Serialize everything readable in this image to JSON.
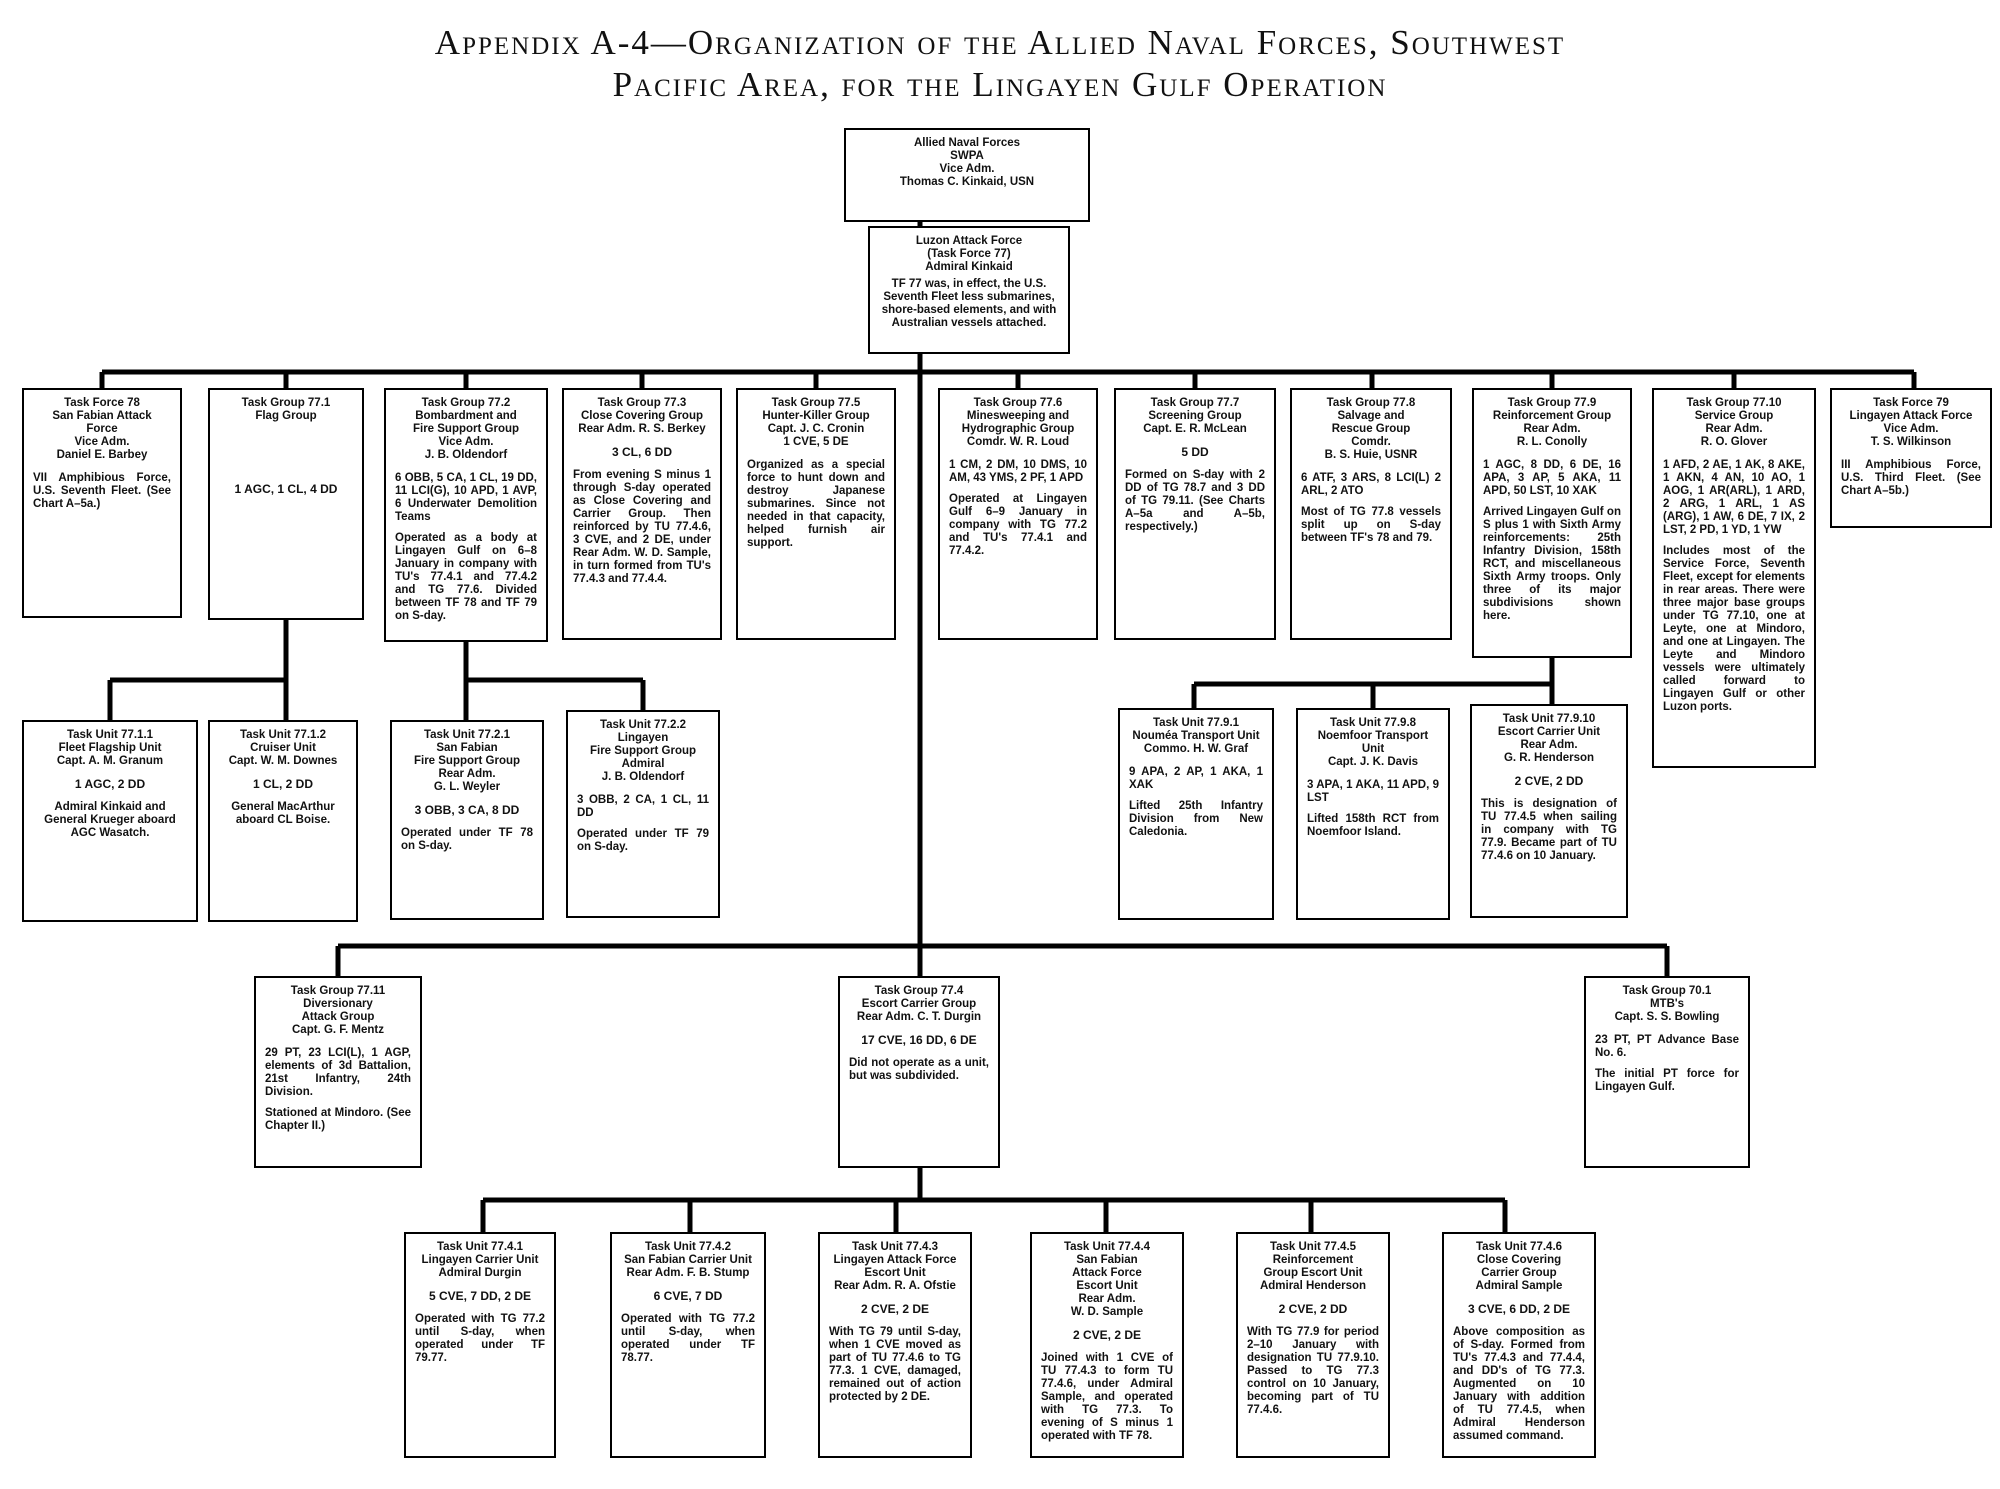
{
  "title_lines": [
    "Appendix A-4—Organization of the Allied Naval Forces, Southwest",
    "Pacific Area, for the Lingayen Gulf Operation"
  ],
  "nodes": [
    {
      "id": "anf",
      "header": [
        "Allied Naval Forces",
        "SWPA",
        "Vice Adm.",
        "Thomas C. Kinkaid, USN"
      ],
      "composition": "",
      "notes": []
    },
    {
      "id": "tf77",
      "header": [
        "Luzon Attack Force",
        "(Task Force 77)",
        "Admiral Kinkaid"
      ],
      "composition": "",
      "notes": [
        "TF 77 was, in effect, the U.S. Seventh Fleet less submarines, shore-based elements, and with Australian vessels attached."
      ]
    },
    {
      "id": "tf78",
      "header": [
        "Task Force 78",
        "San Fabian Attack",
        "Force",
        "Vice Adm.",
        "Daniel E. Barbey"
      ],
      "composition": "",
      "notes": [
        "VII Amphibious Force, U.S. Seventh Fleet. (See Chart A–5a.)"
      ]
    },
    {
      "id": "tg771",
      "header": [
        "Task Group 77.1",
        "Flag Group"
      ],
      "composition": "1 AGC, 1 CL, 4 DD",
      "notes": []
    },
    {
      "id": "tg772",
      "header": [
        "Task Group 77.2",
        "Bombardment and",
        "Fire Support Group",
        "Vice Adm.",
        "J. B. Oldendorf"
      ],
      "composition": "",
      "notes": [
        "6 OBB, 5 CA, 1 CL, 19 DD, 11 LCI(G), 10 APD, 1 AVP, 6 Underwater Demolition Teams",
        "Operated as a body at Lingayen Gulf on 6–8 January in company with TU's 77.4.1 and 77.4.2 and TG 77.6. Divided between TF 78 and TF 79 on S-day."
      ]
    },
    {
      "id": "tg773",
      "header": [
        "Task Group 77.3",
        "Close Covering Group",
        "Rear Adm. R. S. Berkey"
      ],
      "composition": "3 CL, 6 DD",
      "notes": [
        "From evening S minus 1 through S-day operated as Close Covering and Carrier Group. Then reinforced by TU 77.4.6, 3 CVE, and 2 DE, under Rear Adm. W. D. Sample, in turn formed from TU's 77.4.3 and 77.4.4."
      ]
    },
    {
      "id": "tg775",
      "header": [
        "Task Group 77.5",
        "Hunter-Killer Group",
        "Capt. J. C. Cronin",
        "1 CVE, 5 DE"
      ],
      "composition": "",
      "notes": [
        "Organized as a special force to hunt down and destroy Japanese submarines. Since not needed in that capacity, helped furnish air support."
      ]
    },
    {
      "id": "tg776",
      "header": [
        "Task Group 77.6",
        "Minesweeping and",
        "Hydrographic Group",
        "Comdr. W. R. Loud"
      ],
      "composition": "",
      "notes": [
        "1 CM, 2 DM, 10 DMS, 10 AM, 43 YMS, 2 PF, 1 APD",
        "Operated at Lingayen Gulf 6–9 January in company with TG 77.2 and TU's 77.4.1 and 77.4.2."
      ]
    },
    {
      "id": "tg777",
      "header": [
        "Task Group 77.7",
        "Screening Group",
        "Capt. E. R. McLean"
      ],
      "composition": "5 DD",
      "notes": [
        "Formed on S-day with 2 DD of TG 78.7 and 3 DD of TG 79.11. (See Charts A–5a and A–5b, respectively.)"
      ]
    },
    {
      "id": "tg778",
      "header": [
        "Task Group 77.8",
        "Salvage and",
        "Rescue Group",
        "Comdr.",
        "B. S. Huie, USNR"
      ],
      "composition": "",
      "notes": [
        "6 ATF, 3 ARS, 8 LCI(L) 2 ARL, 2 ATO",
        "Most of TG 77.8 vessels split up on S-day between TF's 78 and 79."
      ]
    },
    {
      "id": "tg779",
      "header": [
        "Task Group 77.9",
        "Reinforcement Group",
        "Rear Adm.",
        "R. L. Conolly"
      ],
      "composition": "",
      "notes": [
        "1 AGC, 8 DD, 6 DE, 16 APA, 3 AP, 5 AKA, 11 APD, 50 LST, 10 XAK",
        "Arrived Lingayen Gulf on S plus 1 with Sixth Army reinforcements: 25th Infantry Division, 158th RCT, and miscellaneous Sixth Army troops. Only three of its major subdivisions shown here."
      ]
    },
    {
      "id": "tg7710",
      "header": [
        "Task Group 77.10",
        "Service Group",
        "Rear Adm.",
        "R. O. Glover"
      ],
      "composition": "",
      "notes": [
        "1 AFD, 2 AE, 1 AK, 8 AKE, 1 AKN, 4 AN, 10 AO, 1 AOG, 1 AR(ARL), 1 ARD, 2 ARG, 1 ARL, 1 AS (ARG), 1 AW, 6 DE, 7 IX, 2 LST, 2 PD, 1 YD, 1 YW",
        "Includes most of the Service Force, Seventh Fleet, except for elements in rear areas. There were three major base groups under TG 77.10, one at Leyte, one at Mindoro, and one at Lingayen. The Leyte and Mindoro vessels were ultimately called forward to Lingayen Gulf or other Luzon ports."
      ]
    },
    {
      "id": "tf79",
      "header": [
        "Task Force 79",
        "Lingayen Attack Force",
        "Vice Adm.",
        "T. S. Wilkinson"
      ],
      "composition": "",
      "notes": [
        "III Amphibious Force, U.S. Third Fleet. (See Chart A–5b.)"
      ]
    },
    {
      "id": "tu7711",
      "header": [
        "Task Unit 77.1.1",
        "Fleet Flagship Unit",
        "Capt. A. M. Granum"
      ],
      "composition": "1 AGC, 2 DD",
      "notes": [
        "Admiral Kinkaid and General Krueger aboard AGC Wasatch."
      ]
    },
    {
      "id": "tu7712",
      "header": [
        "Task Unit 77.1.2",
        "Cruiser Unit",
        "Capt. W. M. Downes"
      ],
      "composition": "1 CL, 2 DD",
      "notes": [
        "General MacArthur aboard CL Boise."
      ]
    },
    {
      "id": "tu7721",
      "header": [
        "Task Unit 77.2.1",
        "San Fabian",
        "Fire Support Group",
        "Rear Adm.",
        "G. L. Weyler"
      ],
      "composition": "3 OBB, 3 CA, 8 DD",
      "notes": [
        "Operated under TF 78 on S-day."
      ]
    },
    {
      "id": "tu7722",
      "header": [
        "Task Unit 77.2.2",
        "Lingayen",
        "Fire Support Group",
        "Admiral",
        "J. B. Oldendorf"
      ],
      "composition": "",
      "notes": [
        "3 OBB, 2 CA, 1 CL, 11 DD",
        "Operated under TF 79 on S-day."
      ]
    },
    {
      "id": "tu7791",
      "header": [
        "Task Unit 77.9.1",
        "Nouméa Transport Unit",
        "Commo. H. W. Graf"
      ],
      "composition": "",
      "notes": [
        "9 APA, 2 AP, 1 AKA, 1 XAK",
        "Lifted 25th Infantry Division from New Caledonia."
      ]
    },
    {
      "id": "tu7798",
      "header": [
        "Task Unit 77.9.8",
        "Noemfoor Transport Unit",
        "Capt. J. K. Davis"
      ],
      "composition": "",
      "notes": [
        "3 APA, 1 AKA, 11 APD, 9 LST",
        "Lifted 158th RCT from Noemfoor Island."
      ]
    },
    {
      "id": "tu77910",
      "header": [
        "Task Unit 77.9.10",
        "Escort Carrier Unit",
        "Rear Adm.",
        "G. R. Henderson"
      ],
      "composition": "2 CVE, 2 DD",
      "notes": [
        "This is designation of TU 77.4.5 when sailing in company with TG 77.9. Became part of TU 77.4.6 on 10 January."
      ]
    },
    {
      "id": "tg7711",
      "header": [
        "Task Group 77.11",
        "Diversionary",
        "Attack Group",
        "Capt. G. F. Mentz"
      ],
      "composition": "",
      "notes": [
        "29 PT, 23 LCI(L), 1 AGP, elements of 3d Battalion, 21st Infantry, 24th Division.",
        "Stationed at Mindoro. (See Chapter II.)"
      ]
    },
    {
      "id": "tg774",
      "header": [
        "Task Group 77.4",
        "Escort Carrier Group",
        "Rear Adm. C. T. Durgin"
      ],
      "composition": "17 CVE, 16 DD, 6 DE",
      "notes": [
        "Did not operate as a unit, but was subdivided."
      ]
    },
    {
      "id": "tg701",
      "header": [
        "Task Group 70.1",
        "MTB's",
        "Capt. S. S. Bowling"
      ],
      "composition": "",
      "notes": [
        "23 PT, PT Advance Base No. 6.",
        "The initial PT force for Lingayen Gulf."
      ]
    },
    {
      "id": "tu7741",
      "header": [
        "Task Unit 77.4.1",
        "Lingayen Carrier Unit",
        "Admiral Durgin"
      ],
      "composition": "5 CVE, 7 DD, 2 DE",
      "notes": [
        "Operated with TG 77.2 until S-day, when operated under TF 79.77."
      ]
    },
    {
      "id": "tu7742",
      "header": [
        "Task Unit 77.4.2",
        "San Fabian Carrier Unit",
        "Rear Adm. F. B. Stump"
      ],
      "composition": "6 CVE, 7 DD",
      "notes": [
        "Operated with TG 77.2 until S-day, when operated under TF 78.77."
      ]
    },
    {
      "id": "tu7743",
      "header": [
        "Task Unit 77.4.3",
        "Lingayen Attack Force",
        "Escort Unit",
        "Rear Adm. R. A. Ofstie"
      ],
      "composition": "2 CVE, 2 DE",
      "notes": [
        "With TG 79 until S-day, when 1 CVE moved as part of TU 77.4.6 to TG 77.3. 1 CVE, damaged, remained out of action protected by 2 DE."
      ]
    },
    {
      "id": "tu7744",
      "header": [
        "Task Unit 77.4.4",
        "San Fabian",
        "Attack Force",
        "Escort Unit",
        "Rear Adm.",
        "W. D. Sample"
      ],
      "composition": "2 CVE, 2 DE",
      "notes": [
        "Joined with 1 CVE of TU 77.4.3 to form TU 77.4.6, under Admiral Sample, and operated with TG 77.3. To evening of S minus 1 operated with TF 78."
      ]
    },
    {
      "id": "tu7745",
      "header": [
        "Task Unit 77.4.5",
        "Reinforcement",
        "Group Escort Unit",
        "Admiral Henderson"
      ],
      "composition": "2 CVE, 2 DD",
      "notes": [
        "With TG 77.9 for period 2–10 January with designation TU 77.9.10. Passed to TG 77.3 control on 10 January, becoming part of TU 77.4.6."
      ]
    },
    {
      "id": "tu7746",
      "header": [
        "Task Unit 77.4.6",
        "Close Covering",
        "Carrier Group",
        "Admiral Sample"
      ],
      "composition": "3 CVE, 6 DD, 2 DE",
      "notes": [
        "Above composition as of S-day. Formed from TU's 77.4.3 and 77.4.4, and DD's of TG 77.3. Augmented on 10 January with addition of TU 77.4.5, when Admiral Henderson assumed command."
      ]
    }
  ]
}
